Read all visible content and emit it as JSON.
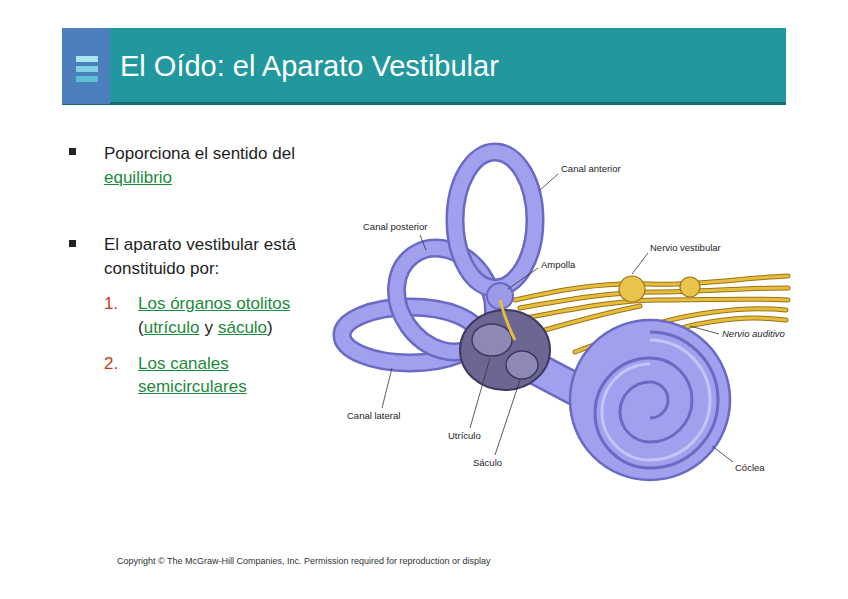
{
  "diagram": {
    "title": "El Oído: el Aparato Vestibular",
    "labels": [
      "Poporciona el sentido del",
      "equilibrio",
      "El aparato vestibular está constituido por:",
      "1.",
      "Los órganos otolitos",
      "(",
      "utrículo",
      "y",
      "sáculo",
      ")",
      "2.",
      "Los canales semicirculares",
      "Canal anterior",
      "Canal posterior",
      "Ampolla",
      "Nervio vestibular",
      "Nervio auditivo",
      "Canal lateral",
      "Utrículo",
      "Sáculo",
      "Cóclea",
      "Copyright © The McGraw-Hill Companies, Inc. Permission required for reproduction or display"
    ]
  }
}
